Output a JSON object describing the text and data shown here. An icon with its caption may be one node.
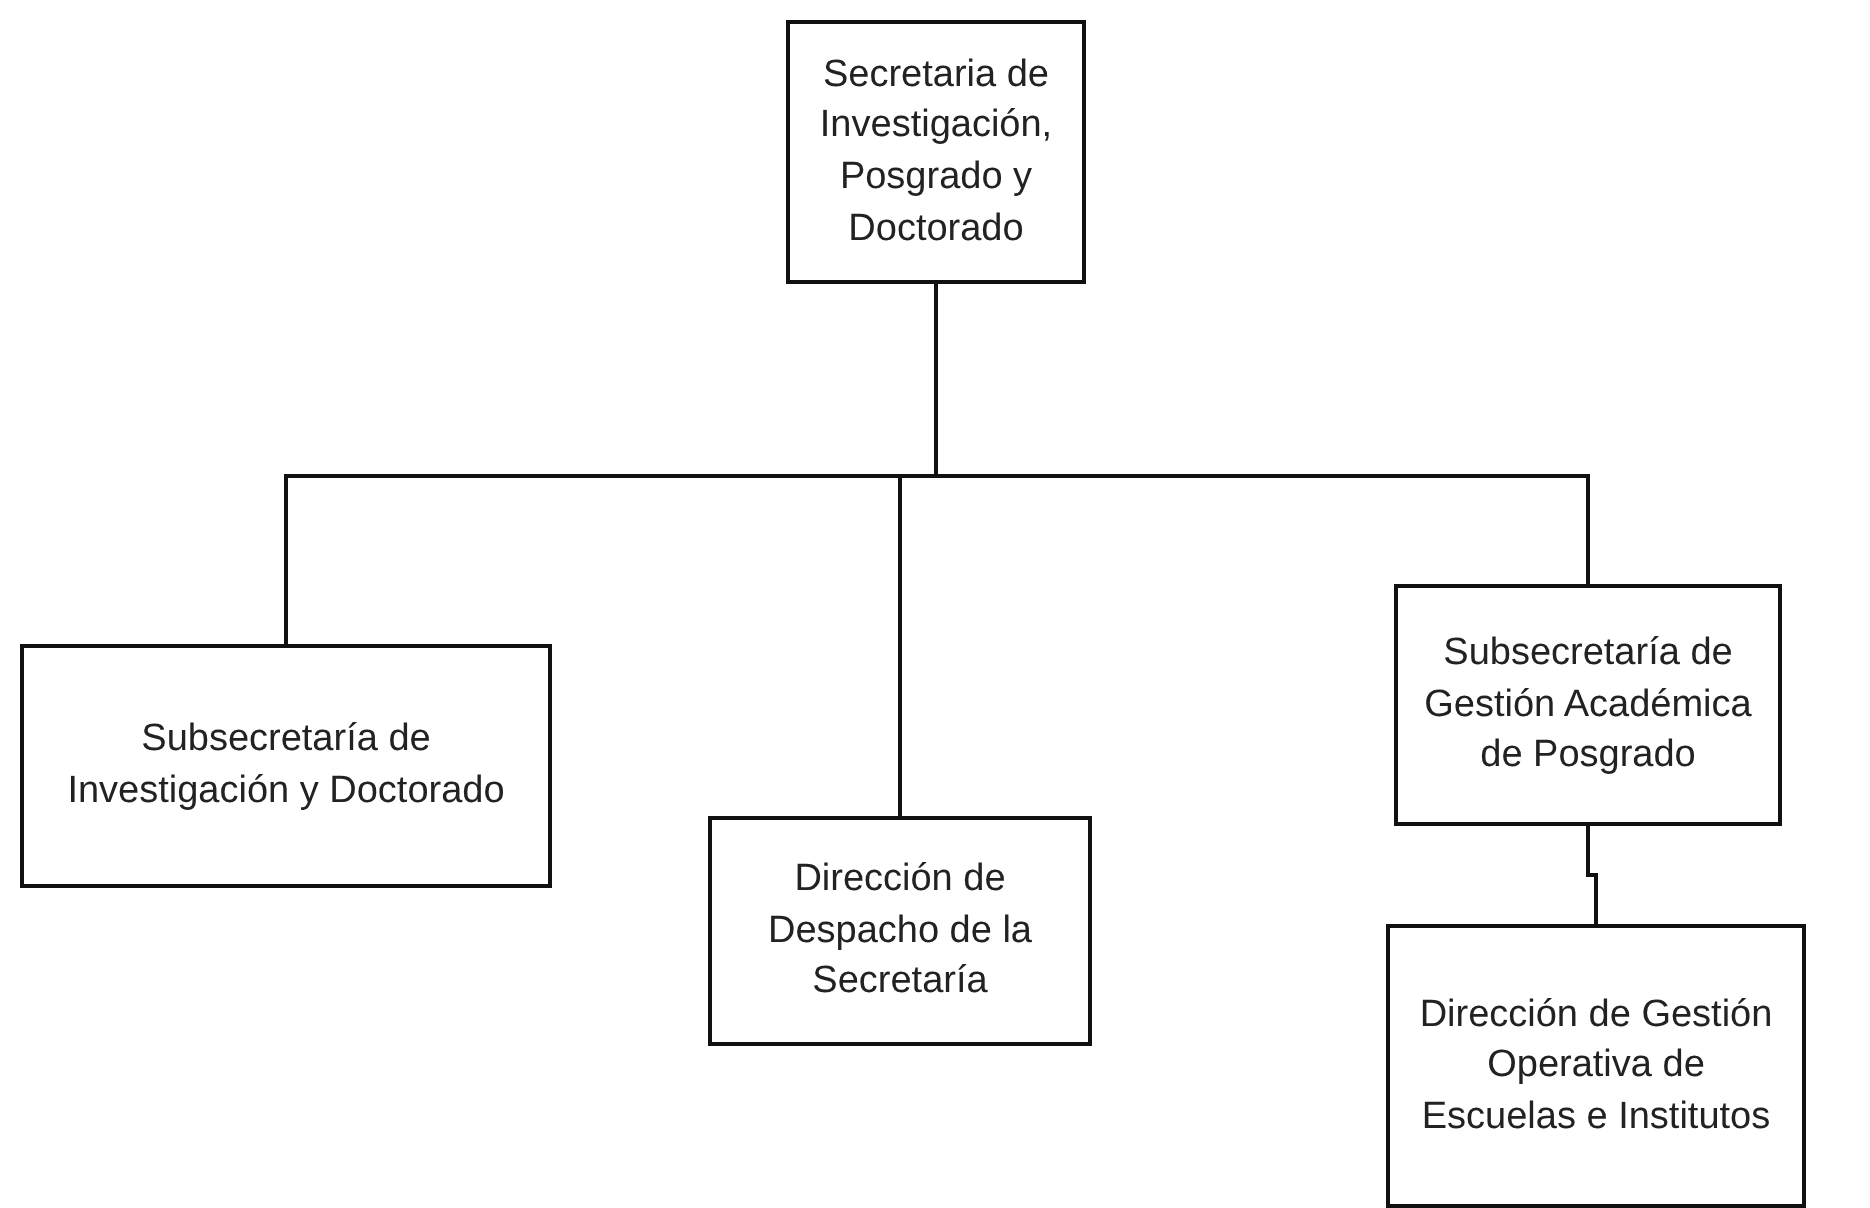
{
  "diagram": {
    "nodes": [
      {
        "text": [
          "Secretaria de Investigación, Posgrado y Doctorado"
        ]
      },
      {
        "text": [
          "Subsecretaría de Investigación y Doctorado"
        ]
      },
      {
        "text": [
          "Dirección de Despacho de la Secretaría"
        ]
      },
      {
        "text": [
          "Subsecretaría de Gestión Académica de Posgrado"
        ]
      },
      {
        "text": [
          "Dirección de Gestión Operativa de Escuelas e Institutos"
        ]
      }
    ],
    "edges": [
      {
        "from": 0,
        "to": 1,
        "arrow": "none"
      },
      {
        "from": 0,
        "to": 2,
        "arrow": "none"
      },
      {
        "from": 0,
        "to": 3,
        "arrow": "none"
      },
      {
        "from": 3,
        "to": 4,
        "arrow": "none"
      }
    ]
  }
}
